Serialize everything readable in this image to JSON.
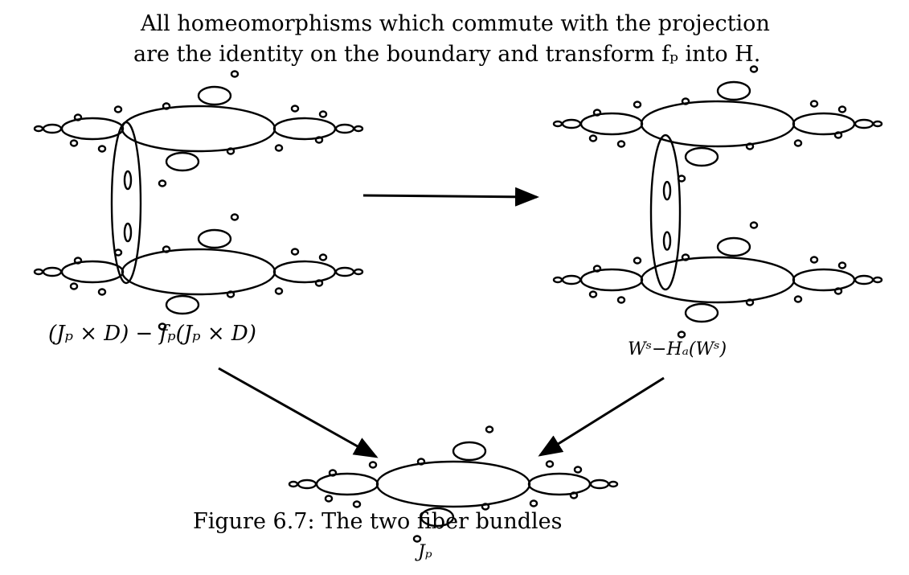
{
  "header": {
    "line1": "All homeomorphisms which commute with the projection",
    "line2": "are the identity on the boundary and transform fₚ into H."
  },
  "labels": {
    "left_space": "(Jₚ × D) − fₚ(Jₚ × D)",
    "right_space": "Wˢ−Hₐ(Wˢ)",
    "base": "Jₚ"
  },
  "caption": "Figure 6.7: The two fiber bundles",
  "style": {
    "ink": "#000000",
    "background": "#ffffff"
  }
}
